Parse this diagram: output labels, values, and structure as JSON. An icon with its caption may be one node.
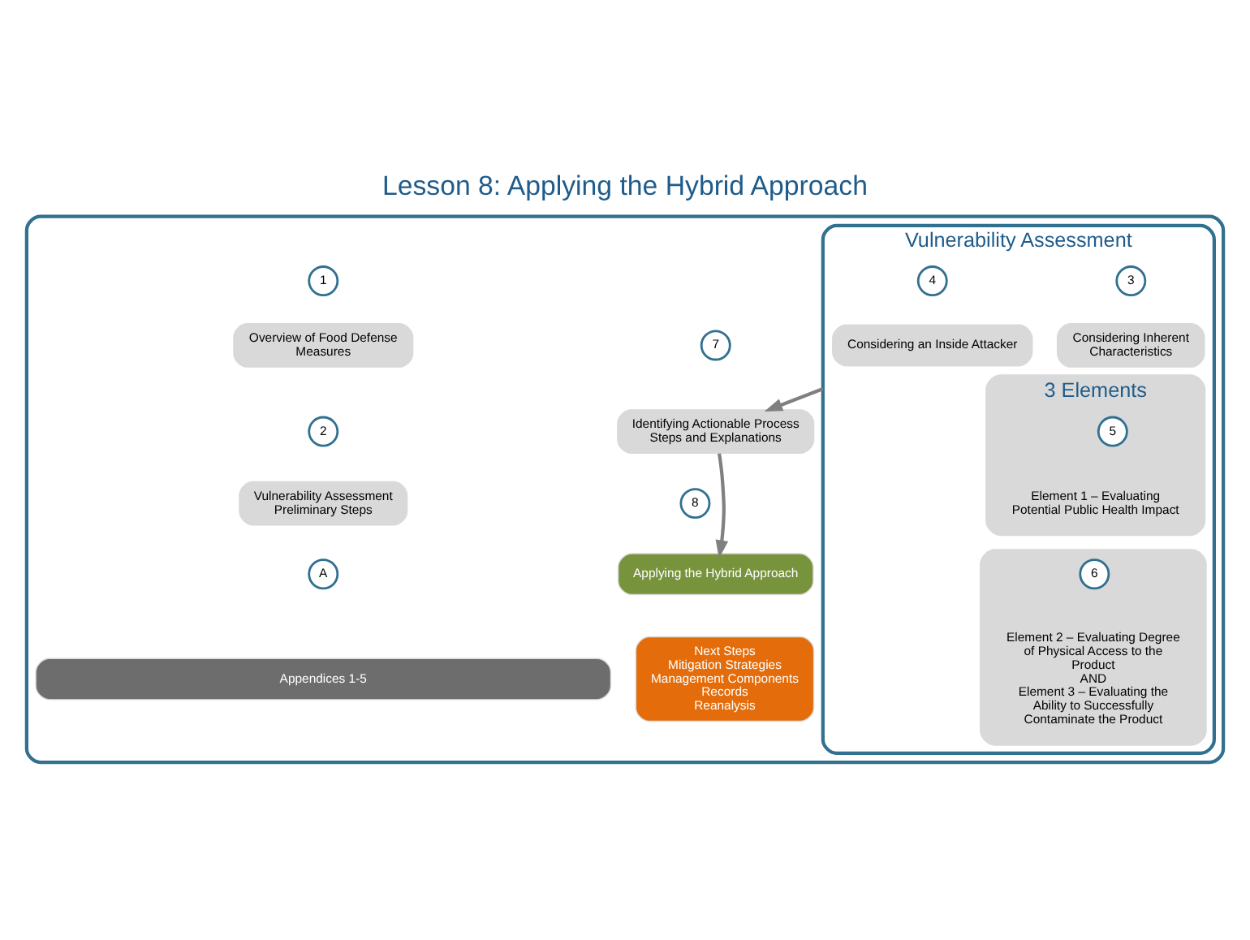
{
  "diagram": {
    "title": "Lesson 8: Applying the Hybrid Approach",
    "nodes": [
      {
        "text": [],
        "shape": "box"
      },
      {
        "text": [
          "1"
        ],
        "in": 0
      },
      {
        "text": [
          "Overview of Food Defense Measures"
        ],
        "in": 0
      },
      {
        "text": [
          "2"
        ],
        "in": 0
      },
      {
        "text": [
          "Vulnerability Assessment Preliminary Steps"
        ],
        "in": 0
      },
      {
        "text": [
          "Vulnerability Assessment"
        ],
        "in": 0
      },
      {
        "text": [
          "3"
        ],
        "in": 5
      },
      {
        "text": [
          "Considering Inherent Characteristics"
        ],
        "in": 5
      },
      {
        "text": [
          "4"
        ],
        "in": 5
      },
      {
        "text": [
          "Considering an Inside Attacker"
        ],
        "in": 5
      },
      {
        "text": [
          "3 Elements"
        ],
        "in": 5
      },
      {
        "text": [
          "5"
        ],
        "in": 10
      },
      {
        "text": [
          "Element 1 – Evaluating Potential Public Health Impact"
        ],
        "in": 10
      },
      {
        "text": [],
        "shape": "box",
        "in": 5
      },
      {
        "text": [
          "6"
        ],
        "in": 13
      },
      {
        "text": [
          "Element 2 – Evaluating Degree of Physical Access to the Product",
          "AND",
          "Element 3 – Evaluating the Ability to Successfully Contaminate the Product"
        ],
        "in": 13
      },
      {
        "text": [
          "7"
        ],
        "in": 0
      },
      {
        "text": [
          "Identifying Actionable Process Steps and Explanations"
        ],
        "in": 0
      },
      {
        "text": [
          "8"
        ],
        "in": 0
      },
      {
        "text": [
          "Applying the Hybrid Approach"
        ],
        "in": 0
      },
      {
        "text": [
          "Next Steps",
          "Mitigation Strategies",
          "Management Components",
          "Records",
          "Reanalysis"
        ],
        "in": 0
      },
      {
        "text": [
          "A"
        ],
        "in": 0
      },
      {
        "text": [
          "Appendices 1-5"
        ],
        "in": 0
      }
    ],
    "edges": [
      {
        "from": 5,
        "to": 17,
        "arrow": "to"
      },
      {
        "from": 17,
        "to": 19,
        "arrow": "to"
      }
    ]
  }
}
